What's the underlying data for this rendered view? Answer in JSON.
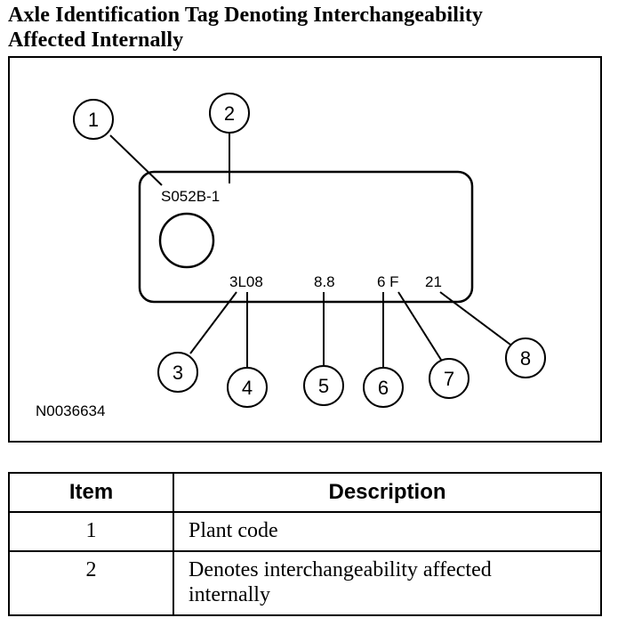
{
  "document": {
    "title_line1": "Axle Identification Tag Denoting Interchangeability",
    "title_line2": "Affected Internally"
  },
  "figure": {
    "tag_codes": {
      "top_code": "S052B-1",
      "code_3l08": "3L08",
      "code_ratio": "8.8",
      "code_6f": "6 F",
      "code_21": "21"
    },
    "callouts": [
      "1",
      "2",
      "3",
      "4",
      "5",
      "6",
      "7",
      "8"
    ],
    "figure_number": "N0036634"
  },
  "legend_table": {
    "headers": {
      "item": "Item",
      "description": "Description"
    },
    "rows": [
      {
        "item": "1",
        "description": "Plant code"
      },
      {
        "item": "2",
        "description_line1": "Denotes interchangeability affected",
        "description_line2": "internally"
      }
    ]
  }
}
